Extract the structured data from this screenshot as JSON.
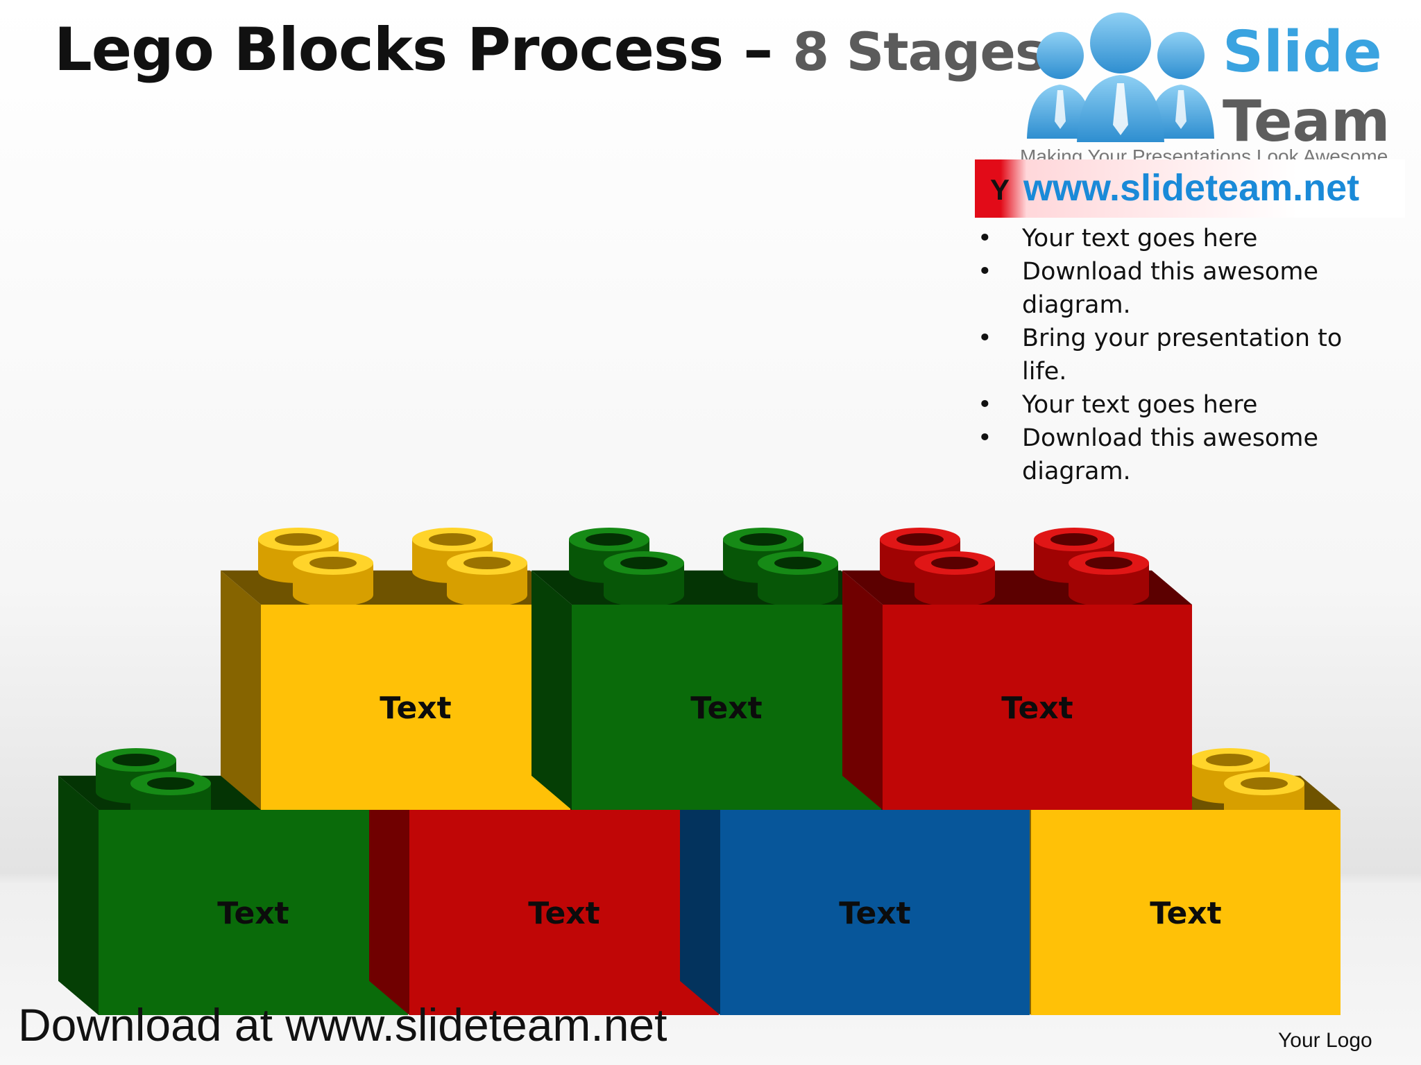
{
  "title": {
    "main": "Lego Blocks Process –",
    "stages": "8 Stages"
  },
  "brand": {
    "name_line1": "Slide",
    "name_line2": "Team",
    "tagline": "Making Your Presentations Look Awesome",
    "url": "www.slideteam.net"
  },
  "text_panel": {
    "heading": "Y",
    "bullets": [
      "Your text goes here",
      "Download this awesome diagram.",
      "Bring your presentation to life.",
      "Your text goes here",
      "Download this awesome diagram."
    ]
  },
  "colors": {
    "yellow": "#ffc107",
    "green": "#0a6b0a",
    "red": "#c00606",
    "blue": "#07569a",
    "accent_red": "#e20b18",
    "brand_blue": "#3aa3e0"
  },
  "blocks": {
    "top": [
      {
        "label": "Text",
        "color": "yellow"
      },
      {
        "label": "Text",
        "color": "green"
      },
      {
        "label": "Text",
        "color": "red"
      }
    ],
    "bottom": [
      {
        "label": "Text",
        "color": "green"
      },
      {
        "label": "Text",
        "color": "red"
      },
      {
        "label": "Text",
        "color": "blue"
      },
      {
        "label": "Text",
        "color": "yellow"
      }
    ]
  },
  "footer": {
    "download": "Download at www.slideteam.net",
    "your_logo": "Your Logo"
  }
}
